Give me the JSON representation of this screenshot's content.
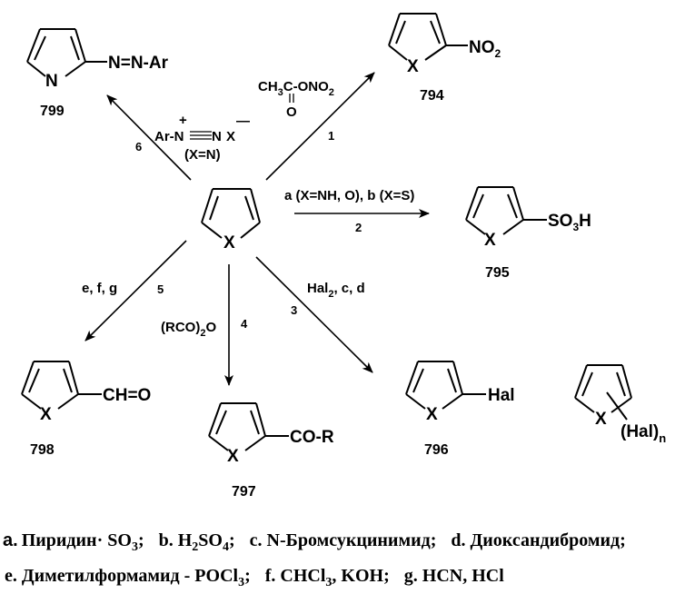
{
  "center": {
    "hetero": "X"
  },
  "p799": {
    "hetero": "N",
    "subst": "N=N-Ar",
    "num": "799"
  },
  "p794": {
    "hetero": "X",
    "subst": "NO",
    "subst_sub": "2",
    "num": "794"
  },
  "p795": {
    "hetero": "X",
    "subst": "SO",
    "subst_sub": "3",
    "subst_tail": "H",
    "num": "795"
  },
  "p796": {
    "hetero": "X",
    "subst": "Hal",
    "num": "796"
  },
  "p797": {
    "hetero": "X",
    "subst": "CO-R",
    "num": "797"
  },
  "p798": {
    "hetero": "X",
    "subst": "CH=O",
    "num": "798"
  },
  "polyhal": {
    "hetero": "X",
    "subst": "(Hal)",
    "subst_sub": "n"
  },
  "r1": {
    "step": "1",
    "a": "CH",
    "a_sub": "3",
    "b": "C-ONO",
    "b_sub": "2",
    "o": "O"
  },
  "r2": {
    "step": "2",
    "text": "a (X=NH, O), b (X=S)"
  },
  "r3": {
    "step": "3",
    "a": "Hal",
    "a_sub": "2",
    "b": ", c, d"
  },
  "r4": {
    "step": "4",
    "a": "(RCO)",
    "a_sub": "2",
    "b": "O"
  },
  "r5": {
    "step": "5",
    "text": "e, f, g"
  },
  "r6": {
    "step": "6",
    "plus": "+",
    "minus": "—",
    "ar": "Ar-N",
    "n": "N",
    "x": "X",
    "cond": "(X=N)"
  },
  "legend": {
    "a_key": "a.",
    "a_val": "Пиридин· SO",
    "a_sub": "3",
    "a_end": ";",
    "b_key": "b.",
    "b_val": "H",
    "b_sub1": "2",
    "b_mid": "SO",
    "b_sub2": "4",
    "b_end": ";",
    "c": "c. N-Бромсукцинимид;",
    "d": "d. Диоксандибромид;",
    "e_val": "e. Диметилформамид - POCl",
    "e_sub": "3",
    "e_end": ";",
    "f_val": "f. CHCl",
    "f_sub": "3",
    "f_end": ", KOH;",
    "g": "g. HCN, HCl"
  }
}
